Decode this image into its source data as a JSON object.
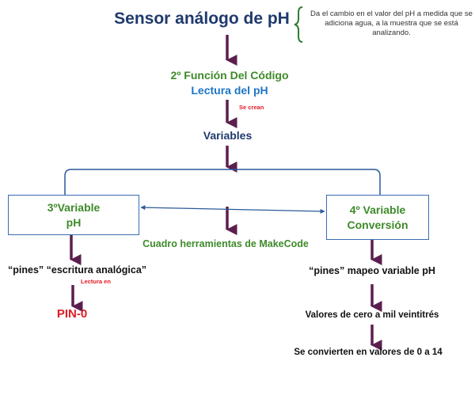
{
  "title": "Sensor análogo de pH",
  "note": "Da el cambio en el valor del pH a medida que se adiciona agua,  a la muestra que se está analizando.",
  "function": {
    "line1": "2º Función Del Código",
    "line2": "Lectura del pH"
  },
  "se_crean": "Se crean",
  "variables": "Variables",
  "box_left": {
    "line1": "3ºVariable",
    "line2": "pH"
  },
  "box_right": {
    "line1": "4º Variable",
    "line2": "Conversión"
  },
  "makecode": "Cuadro herramientas de MakeCode",
  "left_branch": {
    "pines": "“pines” “escritura analógica”",
    "lectura_en": "Lectura en",
    "pin": "PIN-0"
  },
  "right_branch": {
    "pines": "“pines” mapeo variable pH",
    "valores": "Valores de cero  a mil veintitrés",
    "convierten": "Se convierten en valores de 0 a 14"
  },
  "colors": {
    "arrow": "#5b1f4f",
    "box_border": "#3a6cb4",
    "bracket": "#2e7d32",
    "connector": "#2a5a9a"
  }
}
